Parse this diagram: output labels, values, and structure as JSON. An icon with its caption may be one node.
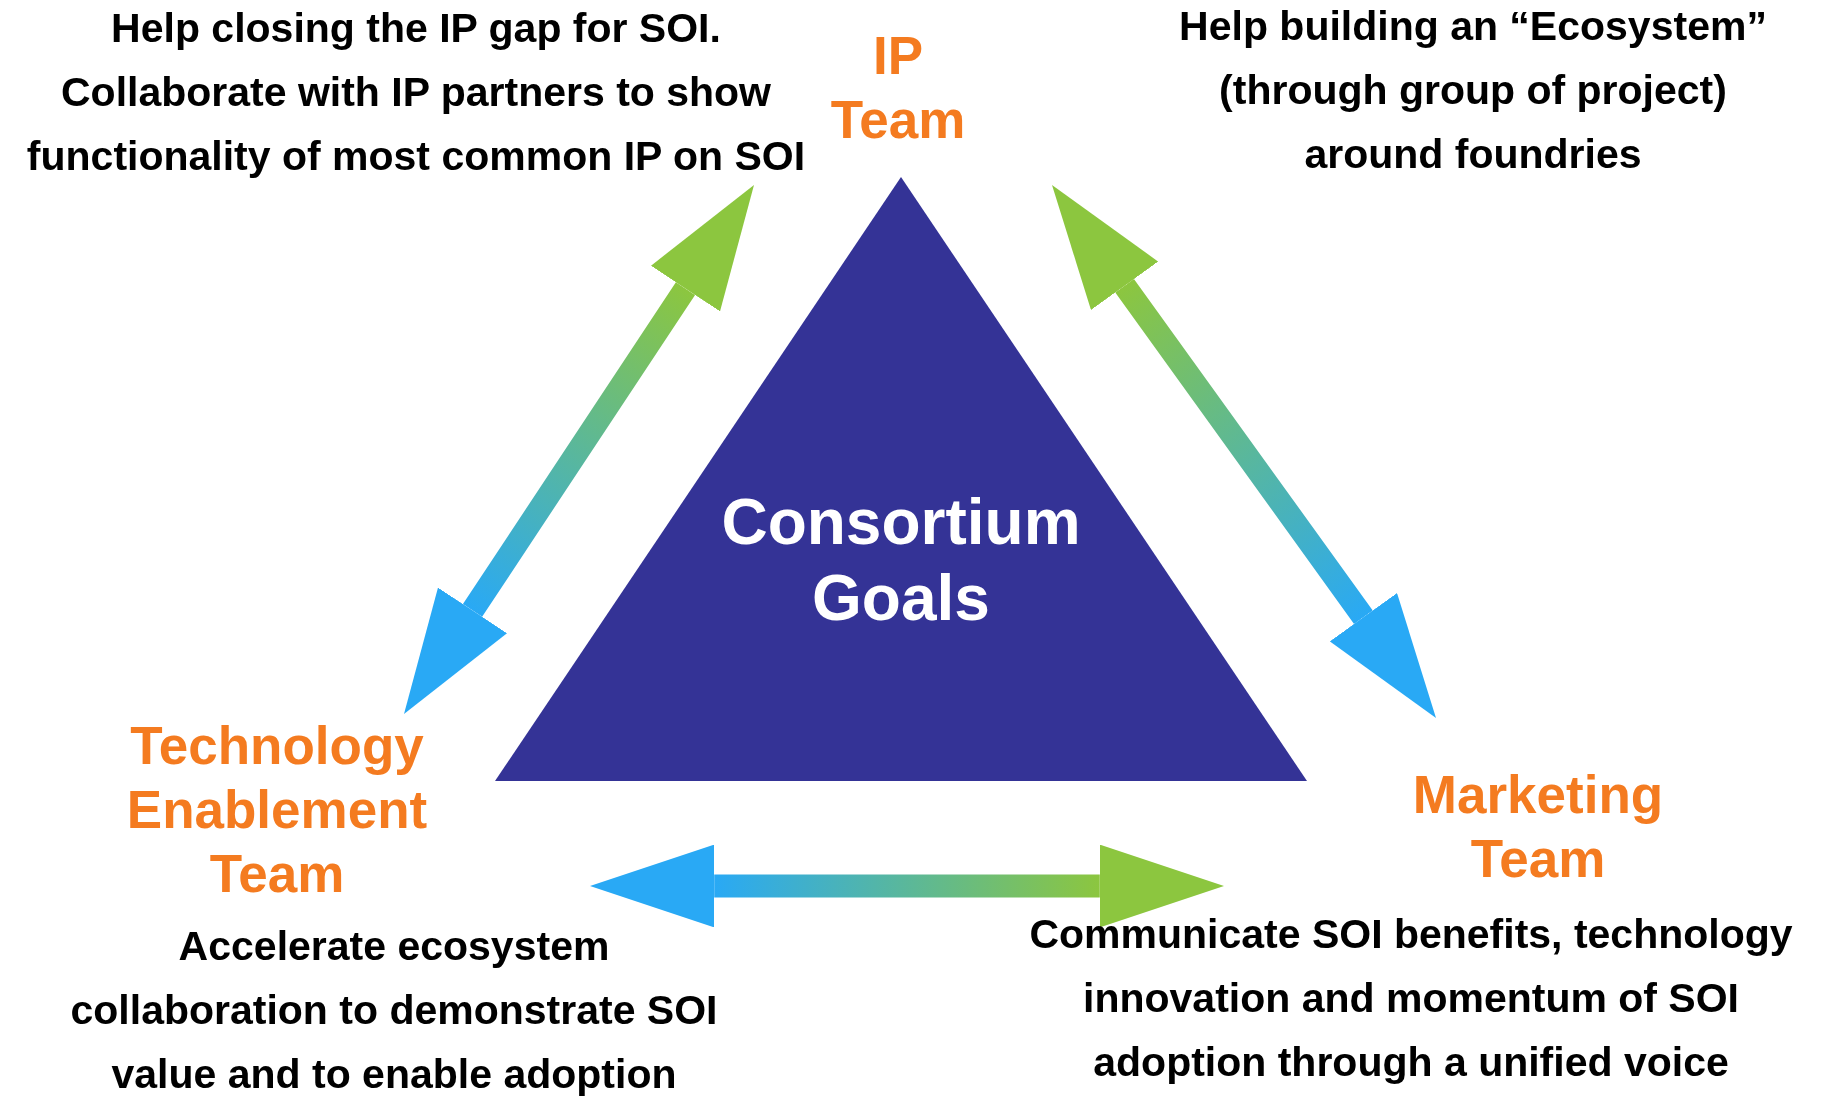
{
  "diagram": {
    "nodes": [
      {
        "text": [
          "Consortium Goals"
        ]
      },
      {
        "text": [
          "IP Team"
        ]
      },
      {
        "text": [
          "Technology Enablement Team"
        ],
        "beside": [
          "Accelerate ecosystem collaboration to demonstrate SOI value and to enable adoption"
        ]
      },
      {
        "text": [
          "Marketing Team"
        ],
        "beside": [
          "Communicate SOI benefits, technology innovation and momentum of SOI adoption through a unified voice"
        ]
      }
    ],
    "edges": [
      {
        "from": 1,
        "to": 2,
        "arrow": "both"
      },
      {
        "from": 1,
        "to": 3,
        "arrow": "both"
      },
      {
        "from": 3,
        "to": 2,
        "arrow": "both"
      }
    ],
    "labels": [
      "Help closing the IP gap for SOI.",
      "Collaborate with IP partners to show functionality of most common IP on SOI",
      "Help building an “Ecosystem” (through group of project) around foundries"
    ]
  }
}
